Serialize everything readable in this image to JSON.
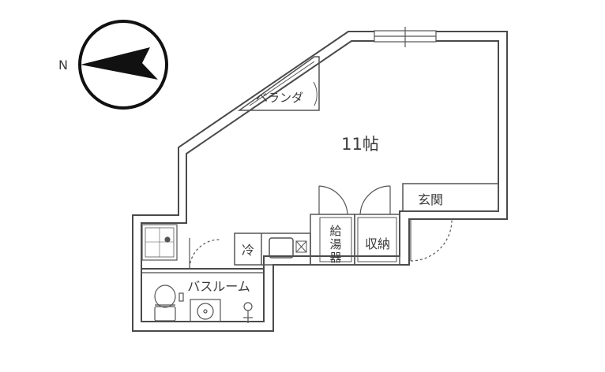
{
  "compass": {
    "north_label": "N"
  },
  "rooms": {
    "main": "11帖",
    "veranda": "ベランダ",
    "entrance": "玄関",
    "storage": "収納",
    "water_heater": [
      "給",
      "湯",
      "器"
    ],
    "fridge": "冷",
    "bathroom": "バスルーム"
  },
  "colors": {
    "wall": "#4a4a4a",
    "line": "#555555",
    "paper": "#ffffff",
    "text": "#3a3a3a"
  }
}
